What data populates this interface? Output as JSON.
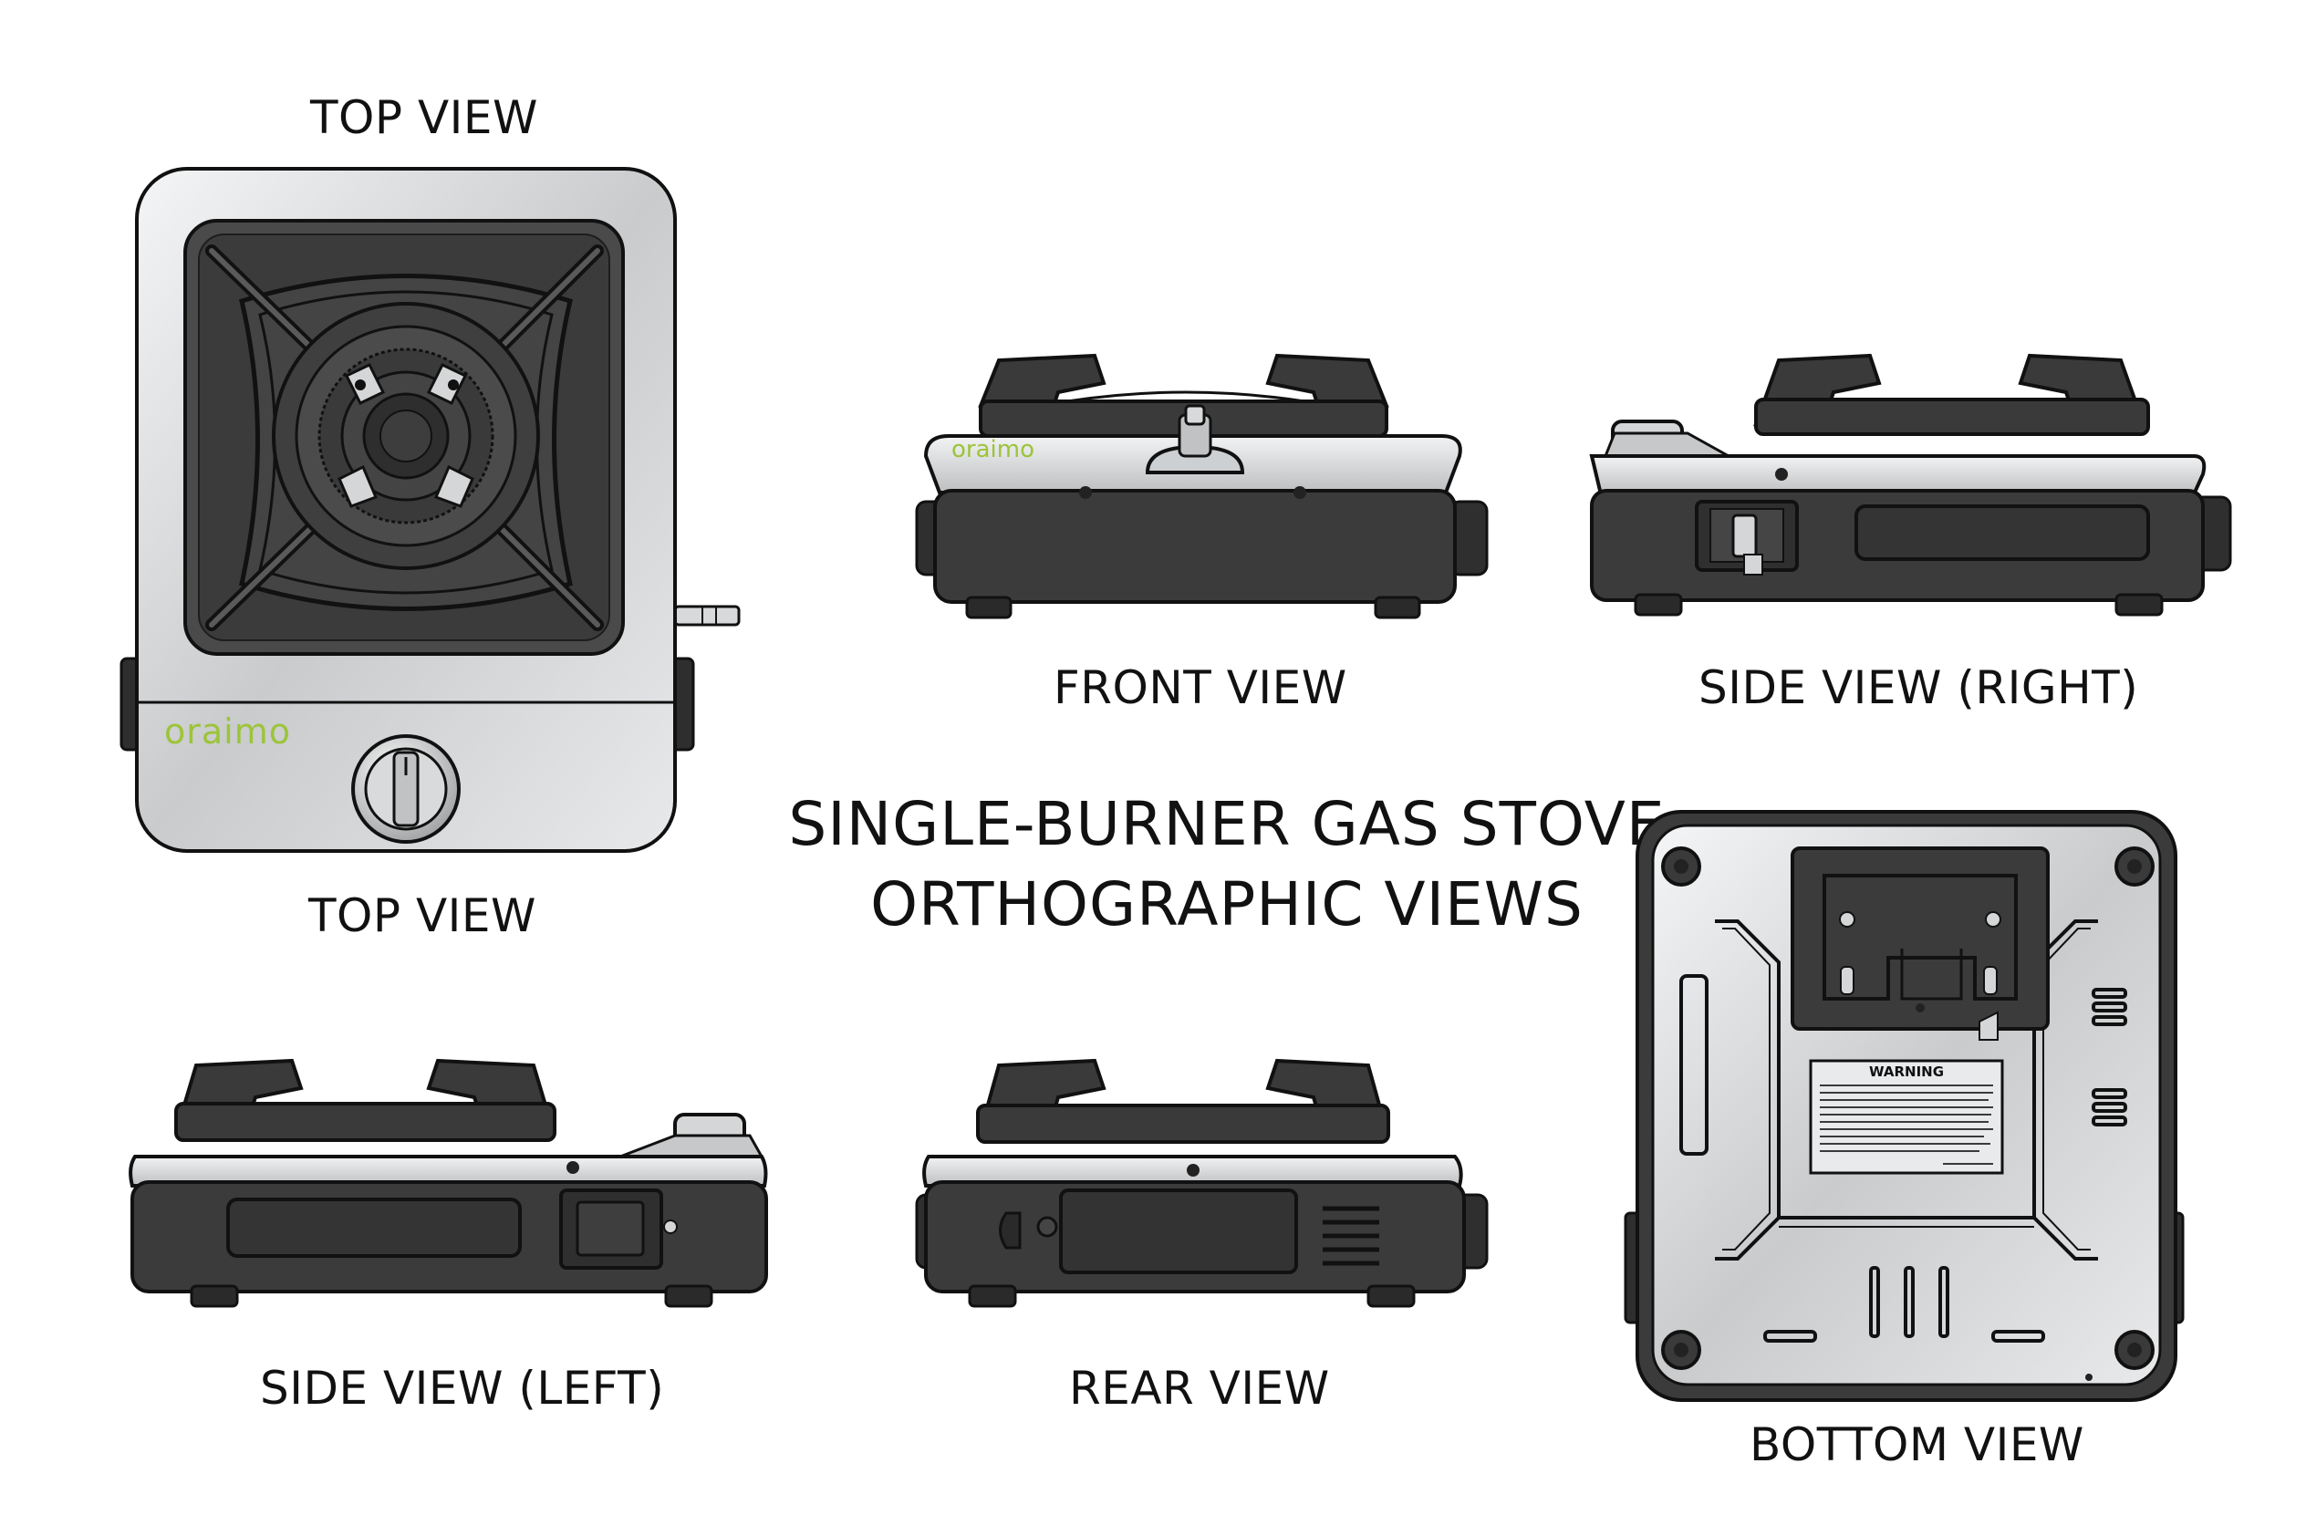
{
  "title_line1": "SINGLE-BURNER GAS STOVE",
  "title_line2": "ORTHOGRAPHIC VIEWS",
  "labels": {
    "top_view_heading": "TOP VIEW",
    "top_view_caption": "TOP VIEW",
    "front_view": "FRONT VIEW",
    "side_view_right": "SIDE VIEW (RIGHT)",
    "side_view_left": "SIDE VIEW (LEFT)",
    "rear_view": "REAR VIEW",
    "bottom_view": "BOTTOM VIEW"
  },
  "brand": "oraimo",
  "warning_title": "WARNING",
  "colors": {
    "steel": "#cfd1d3",
    "dark": "#3b3b3c",
    "outline": "#1a1a1a",
    "brand_green": "#9cc43a"
  }
}
